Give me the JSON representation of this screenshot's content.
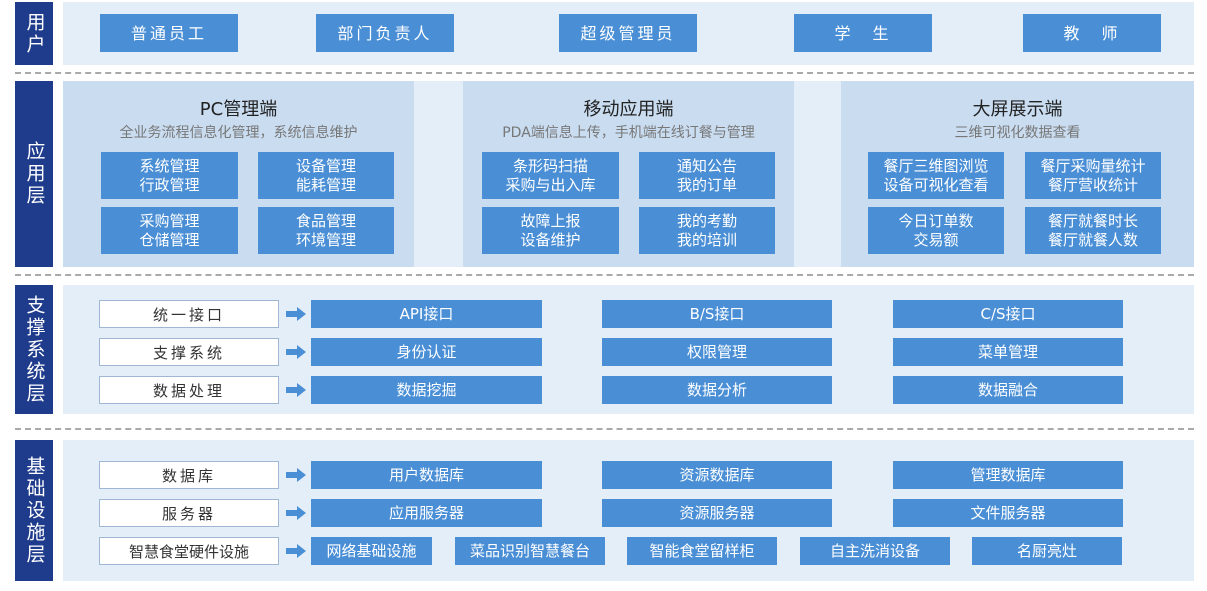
{
  "layers": {
    "user": "用户",
    "app": "应用层",
    "support": "支撑系统层",
    "infra": "基础设施层"
  },
  "users": [
    "普通员工",
    "部门负责人",
    "超级管理员",
    "学　生",
    "教　师"
  ],
  "apps": [
    {
      "title": "PC管理端",
      "subtitle": "全业务流程信息化管理，系统信息维护",
      "modules": [
        [
          "系统管理",
          "行政管理"
        ],
        [
          "设备管理",
          "能耗管理"
        ],
        [
          "采购管理",
          "仓储管理"
        ],
        [
          "食品管理",
          "环境管理"
        ]
      ]
    },
    {
      "title": "移动应用端",
      "subtitle": "PDA端信息上传，手机端在线订餐与管理",
      "modules": [
        [
          "条形码扫描",
          "采购与出入库"
        ],
        [
          "通知公告",
          "我的订单"
        ],
        [
          "故障上报",
          "设备维护"
        ],
        [
          "我的考勤",
          "我的培训"
        ]
      ]
    },
    {
      "title": "大屏展示端",
      "subtitle": "三维可视化数据查看",
      "modules": [
        [
          "餐厅三维图浏览",
          "设备可视化查看"
        ],
        [
          "餐厅采购量统计",
          "餐厅营收统计"
        ],
        [
          "今日订单数",
          "交易额"
        ],
        [
          "餐厅就餐时长",
          "餐厅就餐人数"
        ]
      ]
    }
  ],
  "support_rows": [
    {
      "label": "统一接口",
      "items": [
        "API接口",
        "B/S接口",
        "C/S接口"
      ]
    },
    {
      "label": "支撑系统",
      "items": [
        "身份认证",
        "权限管理",
        "菜单管理"
      ]
    },
    {
      "label": "数据处理",
      "items": [
        "数据挖掘",
        "数据分析",
        "数据融合"
      ]
    }
  ],
  "infra_rows": [
    {
      "label": "数据库",
      "items": [
        "用户数据库",
        "资源数据库",
        "管理数据库"
      ]
    },
    {
      "label": "服务器",
      "items": [
        "应用服务器",
        "资源服务器",
        "文件服务器"
      ]
    },
    {
      "label": "智慧食堂硬件设施",
      "items": [
        "网络基础设施",
        "菜品识别智慧餐台",
        "智能食堂留样柜",
        "自主洗消设备",
        "名厨亮灶"
      ]
    }
  ],
  "colors": {
    "layer_label": "#1f3c8c",
    "box": "#4a8fd6",
    "band": "#e4eef8",
    "panel": "#c9dcf0",
    "arrow": "#4a8fd6"
  }
}
